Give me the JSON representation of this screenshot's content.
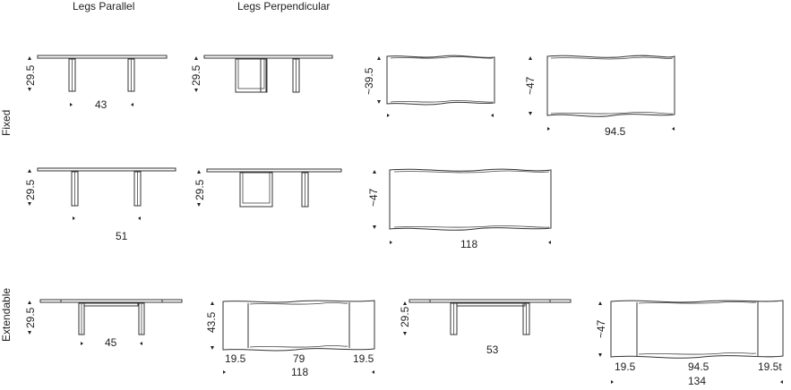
{
  "headers": {
    "parallel": "Legs Parallel",
    "perpendicular": "Legs Perpendicular"
  },
  "sections": {
    "fixed": "Fixed",
    "extendable": "Extendable"
  },
  "dims": {
    "r1_par_h": "29.5",
    "r1_par_w": "43",
    "r1_perp_h": "29.5",
    "r1_top1_h": "~39.5",
    "r1_top2_h": "~47",
    "r1_top2_w": "94.5",
    "r2_par_h": "29.5",
    "r2_par_w": "51",
    "r2_perp_h": "29.5",
    "r2_top_h": "~47",
    "r2_top_w": "118",
    "r3_par_h": "29.5",
    "r3_par_w": "45",
    "r3_top1_h": "43.5",
    "r3_top1_ext_l": "19.5",
    "r3_top1_mid": "79",
    "r3_top1_ext_r": "19.5",
    "r3_top1_total": "118",
    "r3_perp_h": "29.5",
    "r3_perp_w": "53",
    "r3_top2_h": "~47",
    "r3_top2_ext_l": "19.5",
    "r3_top2_mid": "94.5",
    "r3_top2_ext_r": "19.5t",
    "r3_top2_total": "134"
  }
}
